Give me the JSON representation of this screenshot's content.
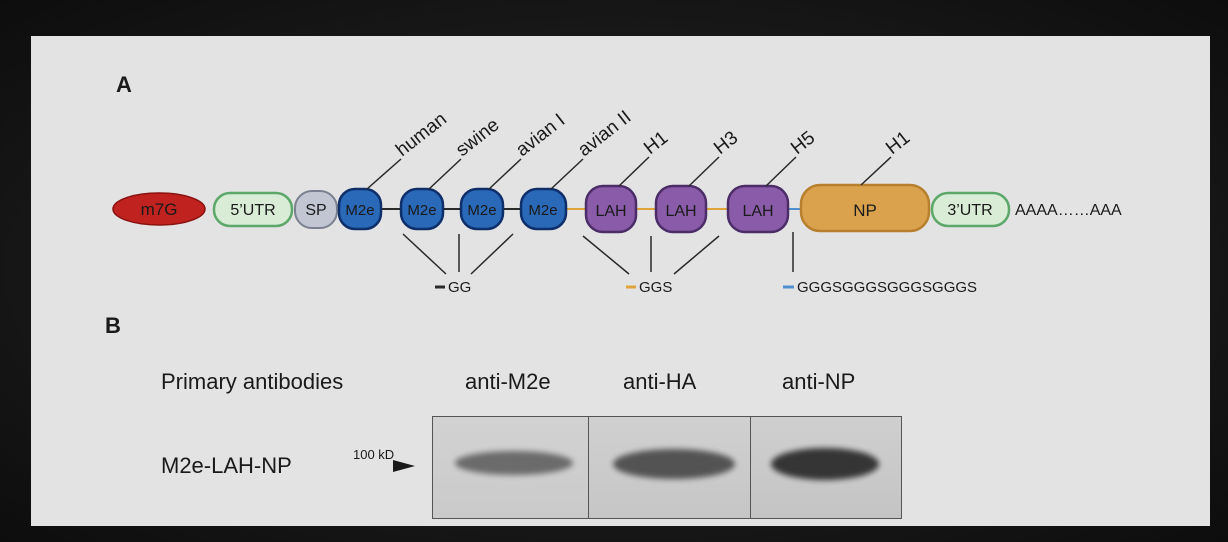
{
  "panel_a": {
    "label": "A",
    "elements": {
      "cap": "m7G",
      "utr5": "5’UTR",
      "sp": "SP",
      "m2e": [
        "M2e",
        "M2e",
        "M2e",
        "M2e"
      ],
      "lah": [
        "LAH",
        "LAH",
        "LAH"
      ],
      "np": "NP",
      "utr3": "3’UTR",
      "polya": "AAAA……AAA"
    },
    "annotations": {
      "m2e": [
        "human",
        "swine",
        "avian I",
        "avian II"
      ],
      "lah": [
        "H1",
        "H3",
        "H5"
      ],
      "np": "H1"
    },
    "linkers": {
      "gg": "GG",
      "ggs": "GGS",
      "long": "GGGSGGGSGGGSGGGS"
    },
    "colors": {
      "cap": "#c0221f",
      "utr_fill": "#d9ecd6",
      "utr_border": "#5ca86a",
      "sp_fill": "#c2c6d2",
      "m2e_fill": "#2a68b8",
      "m2e_border": "#0e2f6a",
      "lah_fill": "#8a5ba8",
      "lah_border": "#4d2d68",
      "np_fill": "#dba24e",
      "np_border": "#b7802e",
      "gg_linker": "#2a2a2a",
      "ggs_linker": "#e0a43a",
      "long_linker": "#4f8fd0"
    }
  },
  "panel_b": {
    "label": "B",
    "primary_label": "Primary antibodies",
    "antibodies": [
      "anti-M2e",
      "anti-HA",
      "anti-NP"
    ],
    "sample_label": "M2e-LAH-NP",
    "marker_label": "100 kD"
  }
}
